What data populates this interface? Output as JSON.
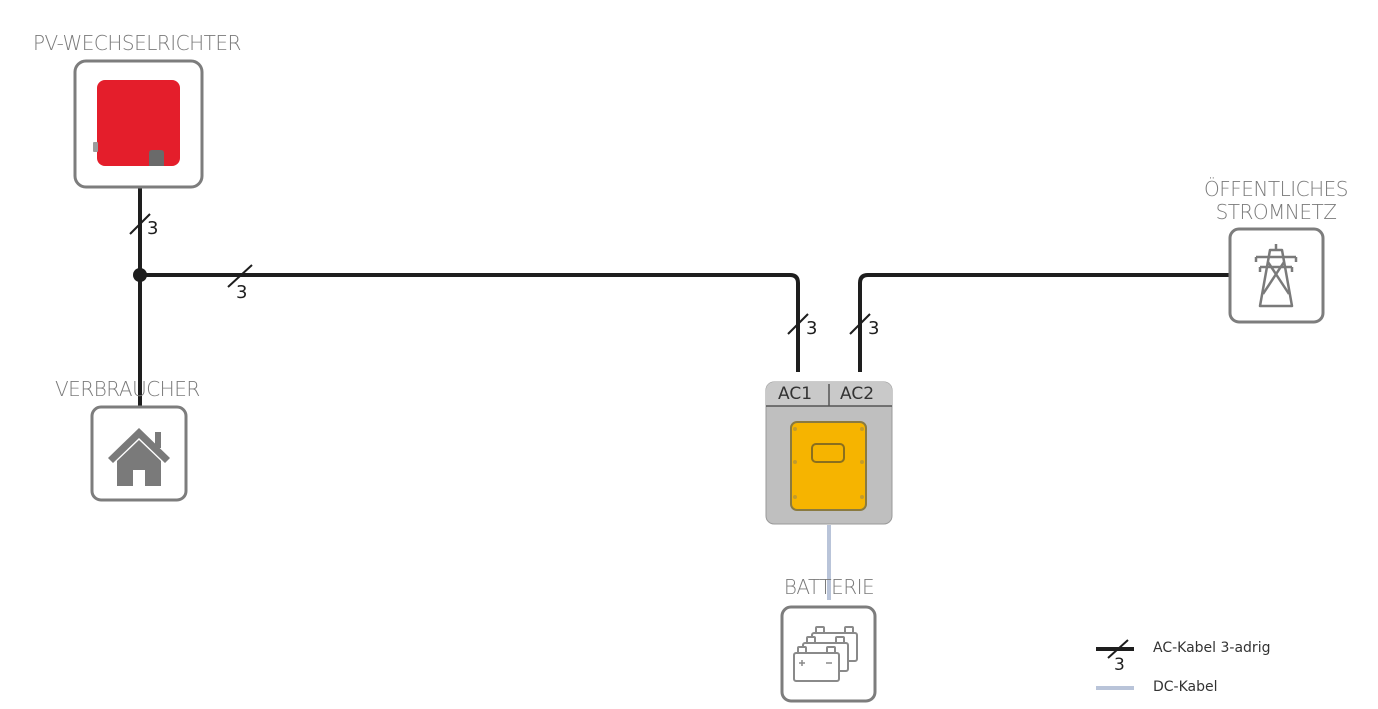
{
  "colors": {
    "ac_cable": "#1e1e1e",
    "dc_cable": "#b9c4d9",
    "inverter": "#e41e2b",
    "storage_inverter": "#f6b400",
    "box_border": "#7d7d7d",
    "label": "#7a7a7a"
  },
  "nodes": {
    "pv_inverter": {
      "label": "PV-WECHSELRICHTER",
      "icon": "pv-inverter-icon"
    },
    "consumer": {
      "label": "VERBRAUCHER",
      "icon": "house-icon"
    },
    "grid": {
      "label_line1": "ÖFFENTLICHES",
      "label_line2": "STROMNETZ",
      "icon": "power-pylon-icon"
    },
    "battery": {
      "label": "BATTERIE",
      "icon": "battery-icon"
    },
    "storage_inverter": {
      "port1": "AC1",
      "port2": "AC2",
      "icon": "battery-inverter-icon"
    }
  },
  "wire_counts": {
    "pv_drop": "3",
    "main_line": "3",
    "ac1_drop": "3",
    "ac2_drop": "3"
  },
  "legend": {
    "ac_count": "3",
    "ac_label": "AC-Kabel 3-adrig",
    "dc_label": "DC-Kabel"
  }
}
